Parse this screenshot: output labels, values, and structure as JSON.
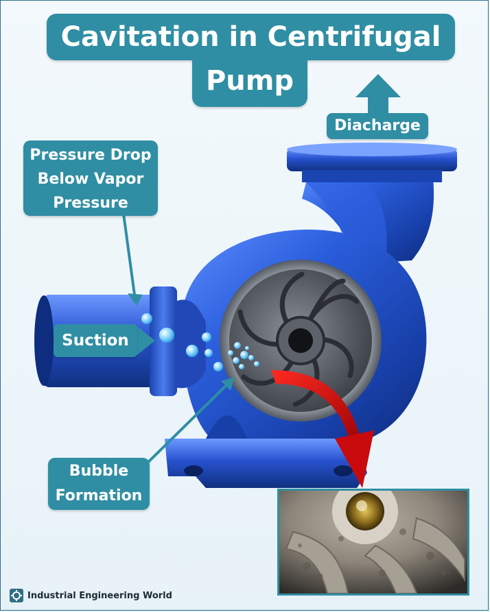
{
  "title": {
    "line1": "Cavitation in Centrifugal",
    "line2": "Pump"
  },
  "labels": {
    "discharge": "Diacharge",
    "pressure_drop": [
      "Pressure Drop",
      "Below Vapor",
      "Pressure"
    ],
    "suction": "Suction",
    "bubble_formation": [
      "Bubble",
      "Formation"
    ]
  },
  "footer": {
    "brand": "Industrial Engineering World",
    "icon": "gear-icon"
  },
  "colors": {
    "label_bg": "#2f8ea3",
    "pump_blue": "#1f4fc2",
    "arrow_red": "#d40f12",
    "background": "#eef6fa"
  },
  "illustration": {
    "pump": "centrifugal-pump-illustration",
    "photo": "cavitation-damaged-impeller-photo"
  }
}
